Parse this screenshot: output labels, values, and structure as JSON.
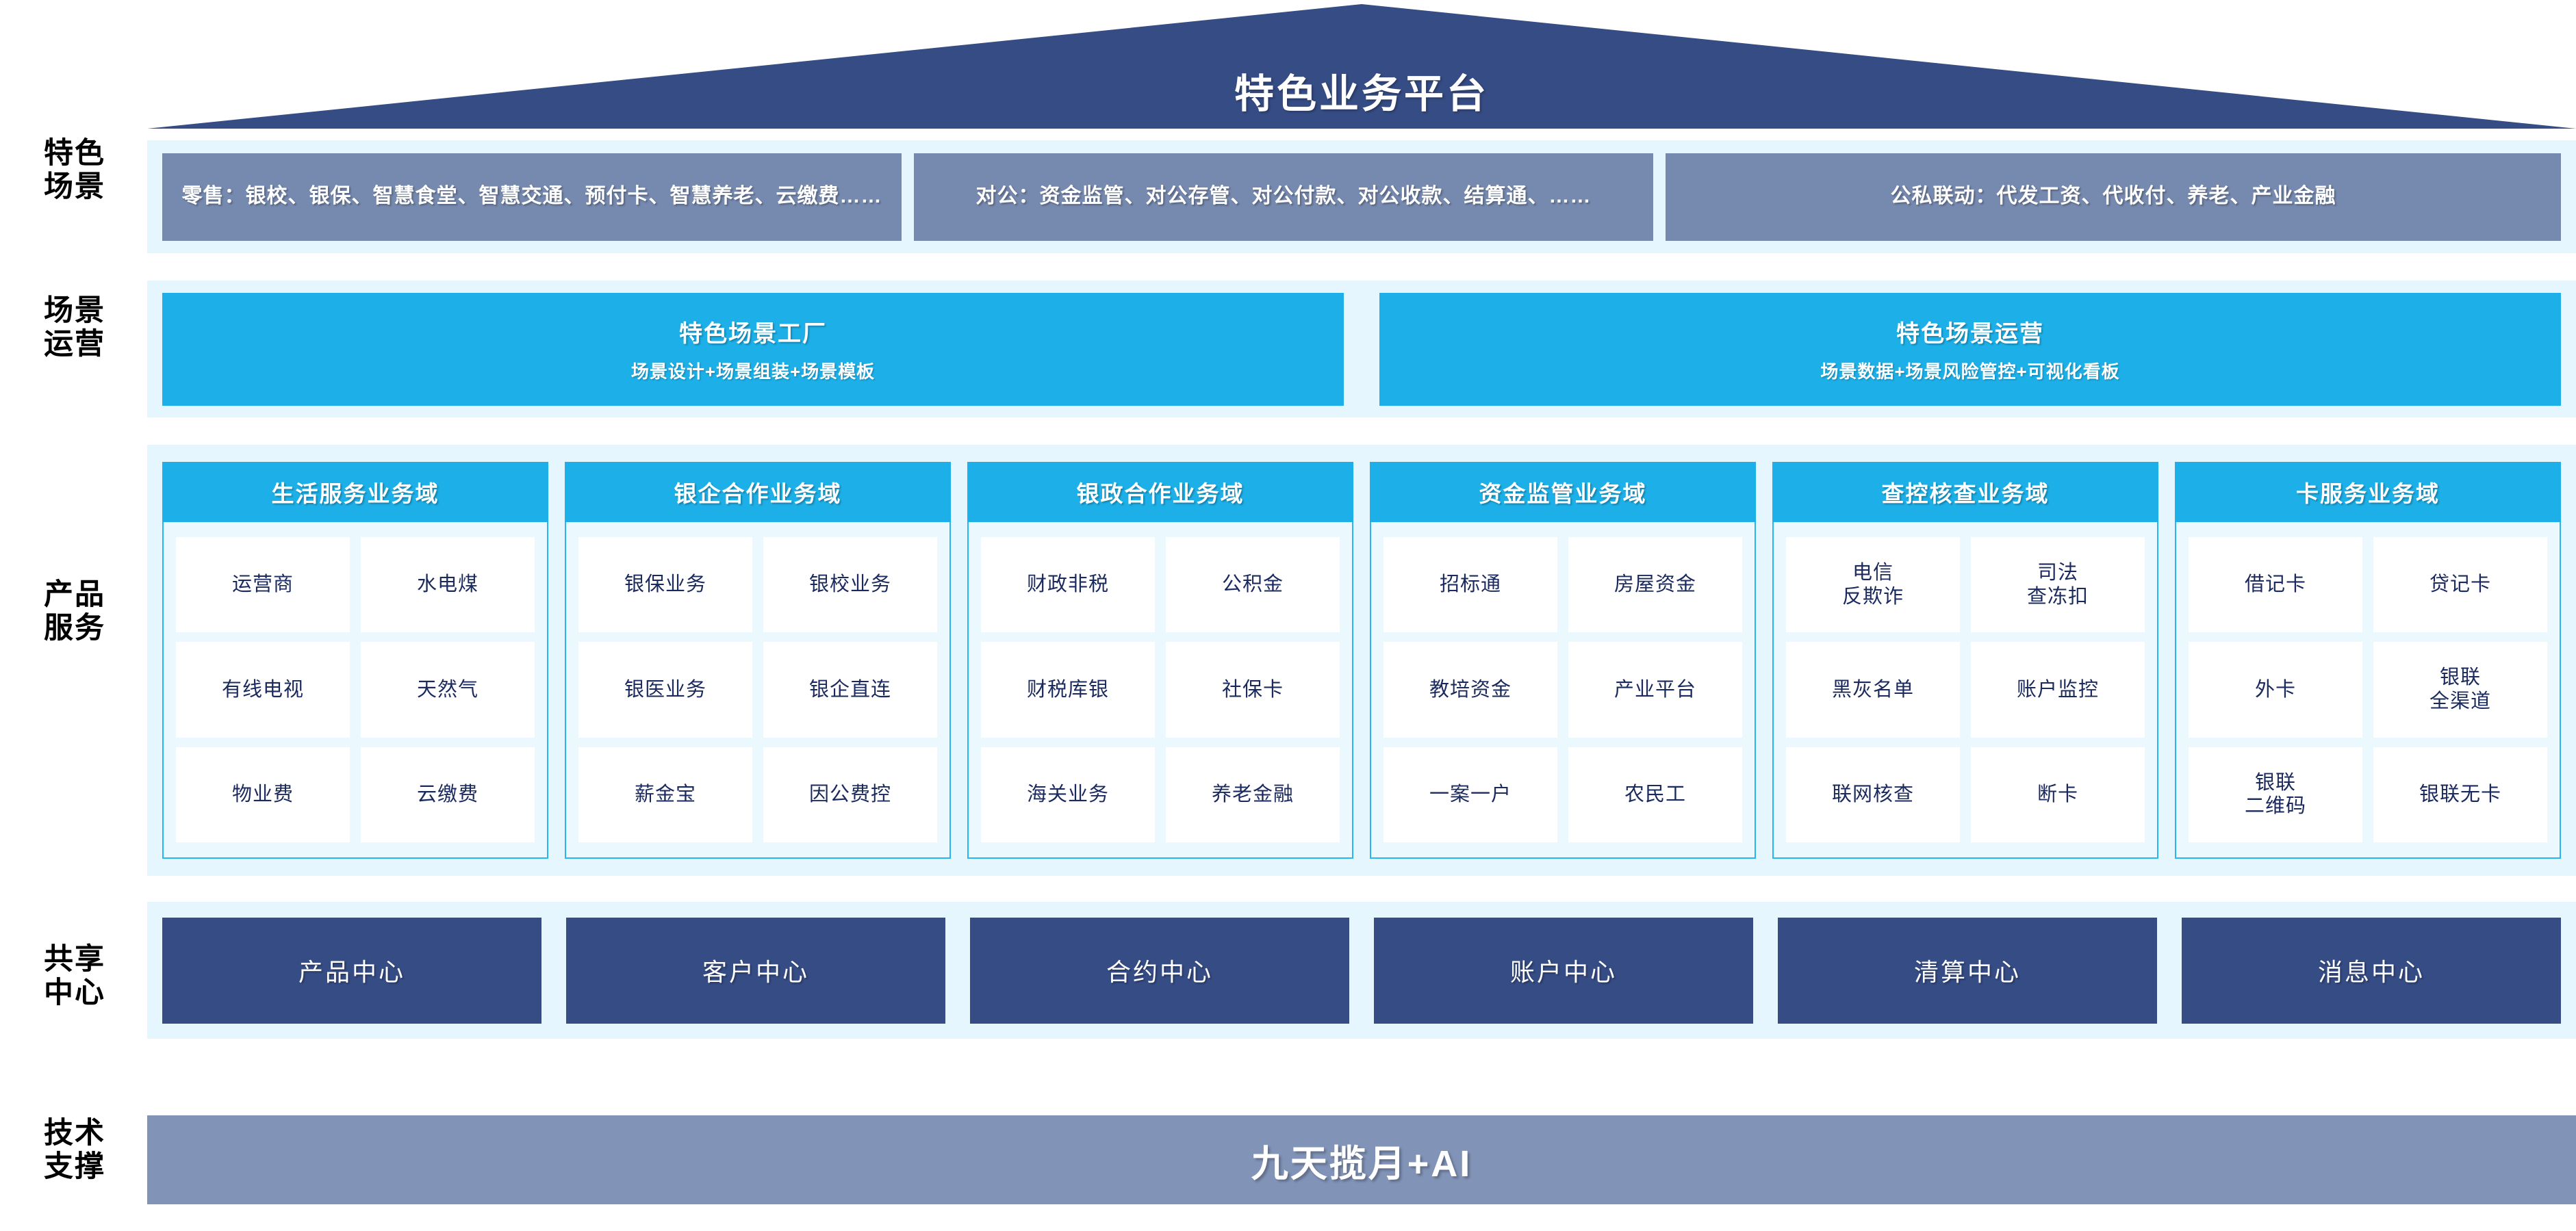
{
  "header": {
    "title": "特色业务平台"
  },
  "row_labels": [
    {
      "line1": "特色",
      "line2": "场景"
    },
    {
      "line1": "场景",
      "line2": "运营"
    },
    {
      "line1": "产品",
      "line2": "服务"
    },
    {
      "line1": "共享",
      "line2": "中心"
    },
    {
      "line1": "技术",
      "line2": "支撑"
    }
  ],
  "scenes": [
    {
      "text": "零售：银校、银保、智慧食堂、智慧交通、预付卡、智慧养老、云缴费……"
    },
    {
      "text": "对公：资金监管、对公存管、对公付款、对公收款、结算通、……"
    },
    {
      "text": "公私联动：代发工资、代收付、养老、产业金融"
    }
  ],
  "operations": [
    {
      "title": "特色场景工厂",
      "subtitle": "场景设计+场景组装+场景模板"
    },
    {
      "title": "特色场景运营",
      "subtitle": "场景数据+场景风险管控+可视化看板"
    }
  ],
  "domains": [
    {
      "title": "生活服务业务域",
      "cells": [
        "运营商",
        "水电煤",
        "有线电视",
        "天然气",
        "物业费",
        "云缴费"
      ]
    },
    {
      "title": "银企合作业务域",
      "cells": [
        "银保业务",
        "银校业务",
        "银医业务",
        "银企直连",
        "薪金宝",
        "因公费控"
      ]
    },
    {
      "title": "银政合作业务域",
      "cells": [
        "财政非税",
        "公积金",
        "财税库银",
        "社保卡",
        "海关业务",
        "养老金融"
      ]
    },
    {
      "title": "资金监管业务域",
      "cells": [
        "招标通",
        "房屋资金",
        "教培资金",
        "产业平台",
        "一案一户",
        "农民工"
      ]
    },
    {
      "title": "查控核查业务域",
      "cells": [
        "电信\n反欺诈",
        "司法\n查冻扣",
        "黑灰名单",
        "账户监控",
        "联网核查",
        "断卡"
      ]
    },
    {
      "title": "卡服务业务域",
      "cells": [
        "借记卡",
        "贷记卡",
        "外卡",
        "银联\n全渠道",
        "银联\n二维码",
        "银联无卡"
      ]
    }
  ],
  "shared_centers": [
    "产品中心",
    "客户中心",
    "合约中心",
    "账户中心",
    "清算中心",
    "消息中心"
  ],
  "tech_support": {
    "label": "九天揽月+AI"
  },
  "colors": {
    "roof": "#364c85",
    "scene_box": "#7689ae",
    "accent_cyan": "#1db0e8",
    "band_bg": "#e6f6fe",
    "card_bg": "#ffffff",
    "shared_navy": "#364c85",
    "tech_bar": "#8193b7",
    "text_navy": "#1b2a5e"
  }
}
